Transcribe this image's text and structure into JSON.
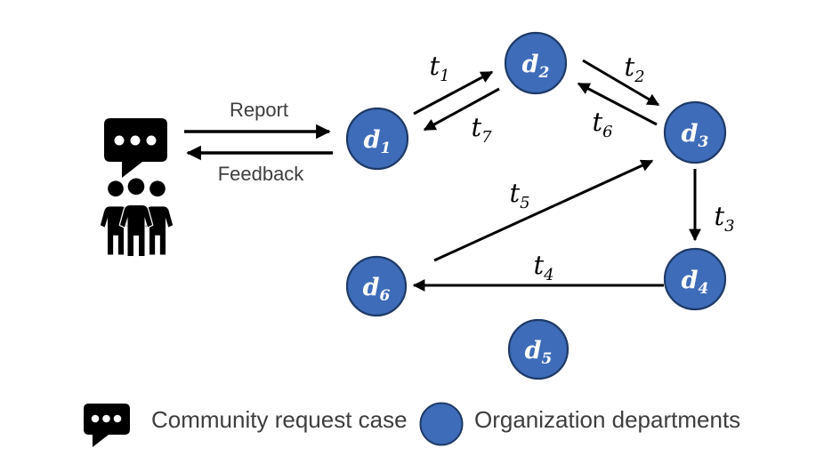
{
  "colors": {
    "node_fill": "#3e6cb8",
    "node_border": "#1e3a66",
    "arrow": "#000000",
    "icon": "#000000",
    "label_text": "#3d3d3d"
  },
  "actor": {
    "report_label": "Report",
    "feedback_label": "Feedback"
  },
  "nodes": [
    {
      "name": "d1",
      "letter": "d",
      "sub": "1"
    },
    {
      "name": "d2",
      "letter": "d",
      "sub": "2"
    },
    {
      "name": "d3",
      "letter": "d",
      "sub": "3"
    },
    {
      "name": "d4",
      "letter": "d",
      "sub": "4"
    },
    {
      "name": "d5",
      "letter": "d",
      "sub": "5"
    },
    {
      "name": "d6",
      "letter": "d",
      "sub": "6"
    }
  ],
  "edges": [
    {
      "name": "t1",
      "letter": "t",
      "sub": "1",
      "from": "d1",
      "to": "d2"
    },
    {
      "name": "t2",
      "letter": "t",
      "sub": "2",
      "from": "d2",
      "to": "d3"
    },
    {
      "name": "t3",
      "letter": "t",
      "sub": "3",
      "from": "d3",
      "to": "d4"
    },
    {
      "name": "t4",
      "letter": "t",
      "sub": "4",
      "from": "d4",
      "to": "d6"
    },
    {
      "name": "t5",
      "letter": "t",
      "sub": "5",
      "from": "d6",
      "to": "d3"
    },
    {
      "name": "t6",
      "letter": "t",
      "sub": "6",
      "from": "d3",
      "to": "d2"
    },
    {
      "name": "t7",
      "letter": "t",
      "sub": "7",
      "from": "d2",
      "to": "d1"
    }
  ],
  "legend": {
    "items": [
      {
        "icon": "speech-bubble-icon",
        "label": "Community request case"
      },
      {
        "icon": "department-circle-icon",
        "label": "Organization  departments"
      }
    ]
  }
}
